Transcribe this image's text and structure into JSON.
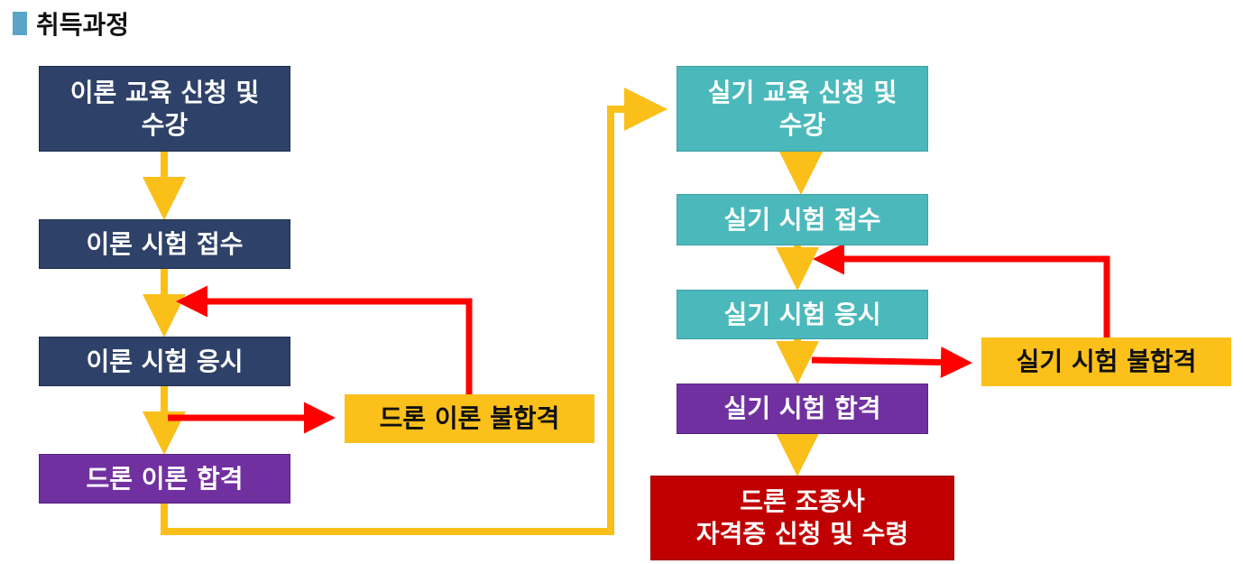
{
  "title": "취득과정",
  "colors": {
    "navy": "#2e4168",
    "purple": "#7130a0",
    "teal": "#4bb9bb",
    "yellow": "#fbc01a",
    "red": "#c00000",
    "flow_arrow": "#fbbf1a",
    "fail_arrow": "#ff0000"
  },
  "theory": {
    "apply": "이론 교육 신청 및\n수강",
    "register": "이론 시험 접수",
    "take": "이론 시험 응시",
    "fail": "드론 이론 불합격",
    "pass": "드론 이론 합격"
  },
  "practical": {
    "apply": "실기 교육 신청 및\n수강",
    "register": "실기 시험 접수",
    "take": "실기 시험 응시",
    "fail": "실기 시험 불합격",
    "pass": "실기 시험 합격"
  },
  "final": "드론 조종사\n자격증 신청 및 수령"
}
